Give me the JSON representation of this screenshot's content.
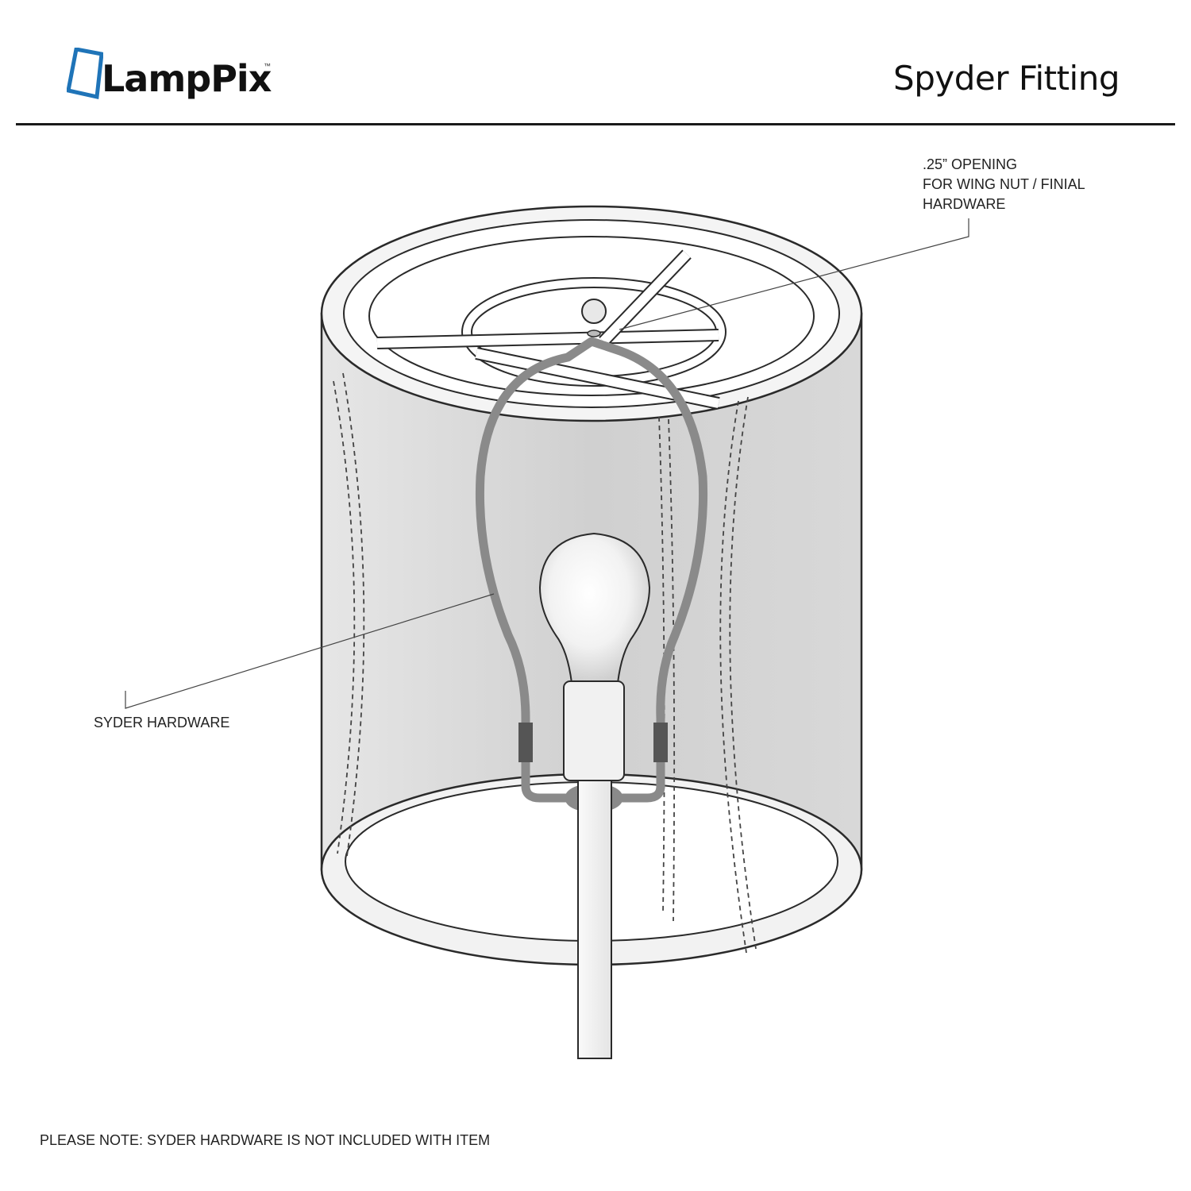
{
  "brand": {
    "name": "LampPix",
    "trademark": "™",
    "accent_color": "#1f74b8"
  },
  "header": {
    "title": "Spyder Fitting"
  },
  "callouts": {
    "opening": [
      ".25” OPENING",
      "FOR WING NUT / FINIAL",
      "HARDWARE"
    ],
    "spyder": "SYDER HARDWARE"
  },
  "footer": {
    "note": "PLEASE NOTE: SYDER HARDWARE IS NOT INCLUDED WITH ITEM"
  },
  "colors": {
    "line": "#2a2a2a",
    "shade_fill": "#d9d9d9",
    "harp": "#8a8a8a",
    "harp_dark": "#555555"
  }
}
